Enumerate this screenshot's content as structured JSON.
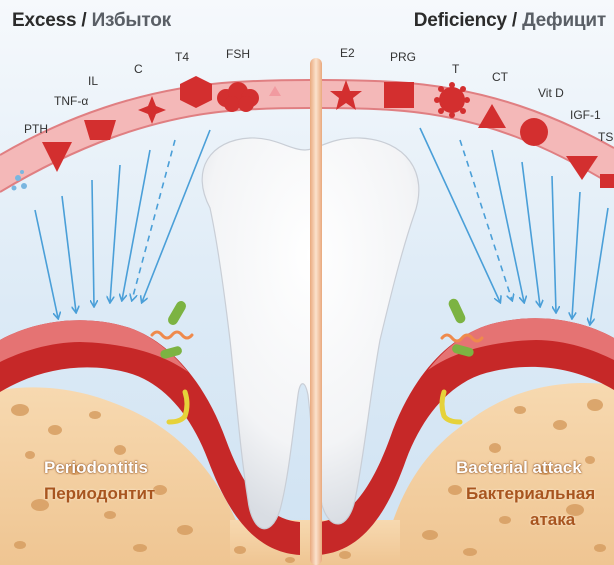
{
  "titles": {
    "left_en": "Excess",
    "left_sep": "/",
    "left_ru": "Избыток",
    "right_en": "Deficiency",
    "right_sep": "/",
    "right_ru": "Дефицит"
  },
  "hormones_left": [
    "PTH",
    "TNF-α",
    "IL",
    "C",
    "T4",
    "FSH"
  ],
  "hormones_right": [
    "E2",
    "PRG",
    "T",
    "CT",
    "Vit D",
    "IGF-1",
    "TS"
  ],
  "captions": {
    "left_en": "Periodontitis",
    "left_ru": "Периодонтит",
    "right_en": "Bacterial attack",
    "right_ru_line1": "Бактериальная",
    "right_ru_line2": "атака"
  },
  "colors": {
    "background": "#e3eef8",
    "vessel": "#f4b8b8",
    "vessel_edge": "#e07f82",
    "shape_red": "#d32f2f",
    "arrow_blue": "#4a9fd8",
    "gum_dark": "#c62828",
    "bone": "#f3cfa1",
    "tooth": "#ffffff",
    "divider": "#f2c29c"
  }
}
